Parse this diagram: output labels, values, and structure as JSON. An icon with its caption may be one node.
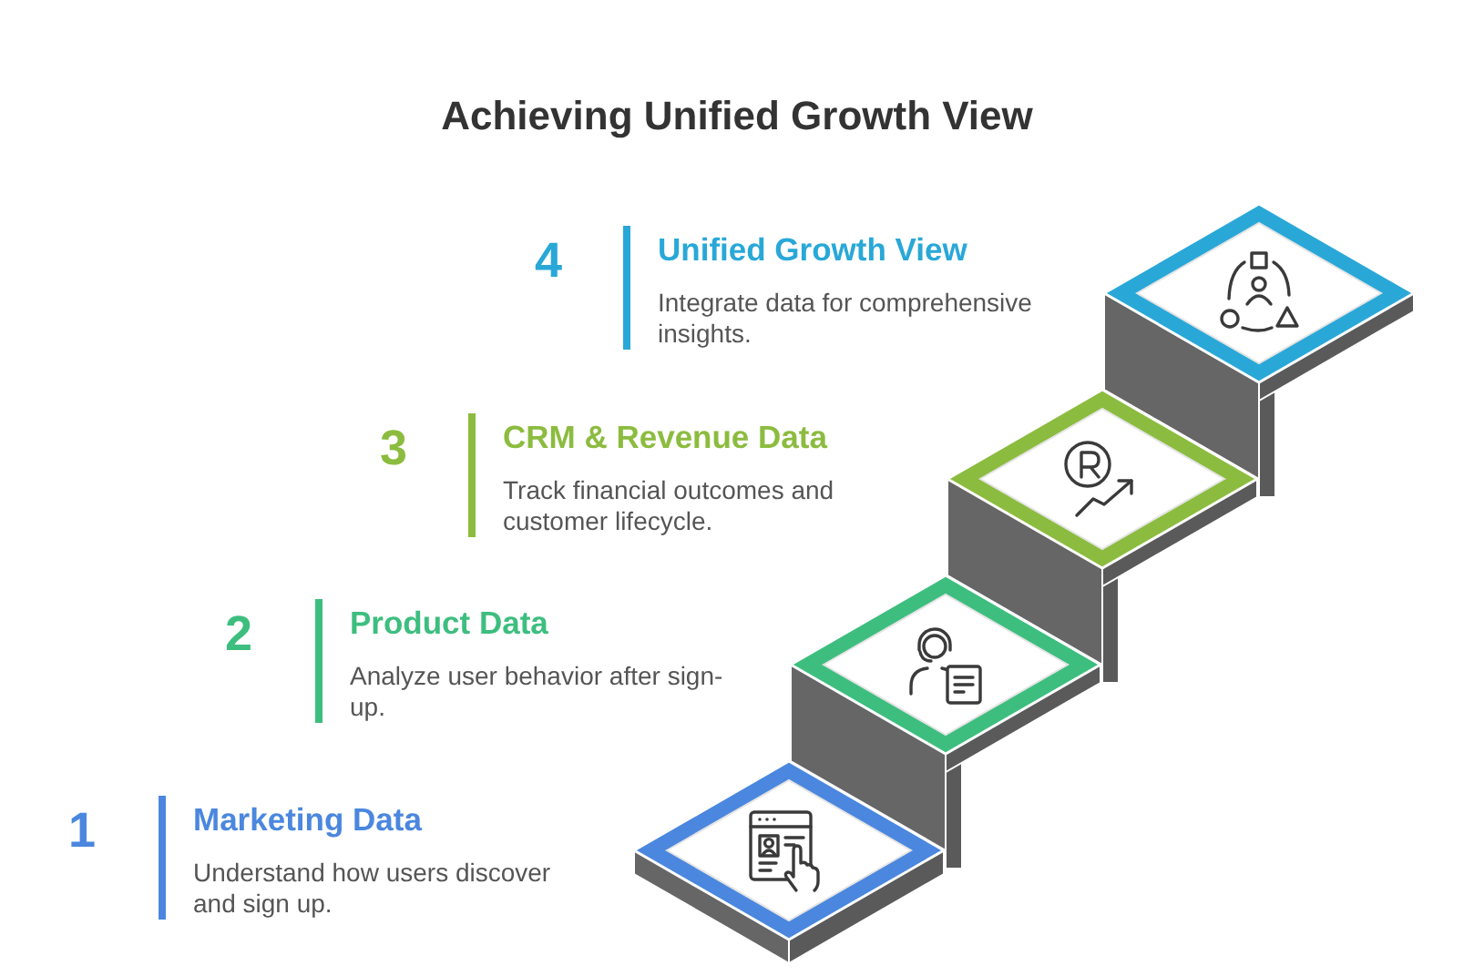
{
  "diagram": {
    "title": "Achieving Unified Growth View",
    "nodes": [
      {
        "text": [
          "Unified Growth View",
          "Integrate data for comprehensive insights."
        ],
        "beside": [
          "4"
        ]
      },
      {
        "text": [
          "CRM & Revenue Data",
          "Track financial outcomes and customer lifecycle."
        ],
        "beside": [
          "3"
        ]
      },
      {
        "text": [
          "Product Data",
          "Analyze user behavior after sign-up."
        ],
        "beside": [
          "2"
        ]
      },
      {
        "text": [
          "Marketing Data",
          "Understand how users discover and sign up."
        ],
        "beside": [
          "1"
        ]
      }
    ]
  }
}
